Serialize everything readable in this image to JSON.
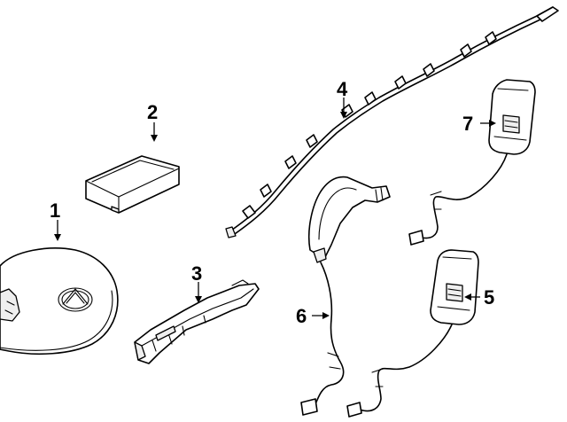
{
  "callouts": [
    {
      "id": "1",
      "label": "1"
    },
    {
      "id": "2",
      "label": "2"
    },
    {
      "id": "3",
      "label": "3"
    },
    {
      "id": "4",
      "label": "4"
    },
    {
      "id": "5",
      "label": "5"
    },
    {
      "id": "6",
      "label": "6"
    },
    {
      "id": "7",
      "label": "7"
    }
  ],
  "icons": [
    "infiniti-logo-icon",
    "arrow-icon"
  ],
  "colors": {
    "line": "#000000",
    "background": "#ffffff"
  }
}
